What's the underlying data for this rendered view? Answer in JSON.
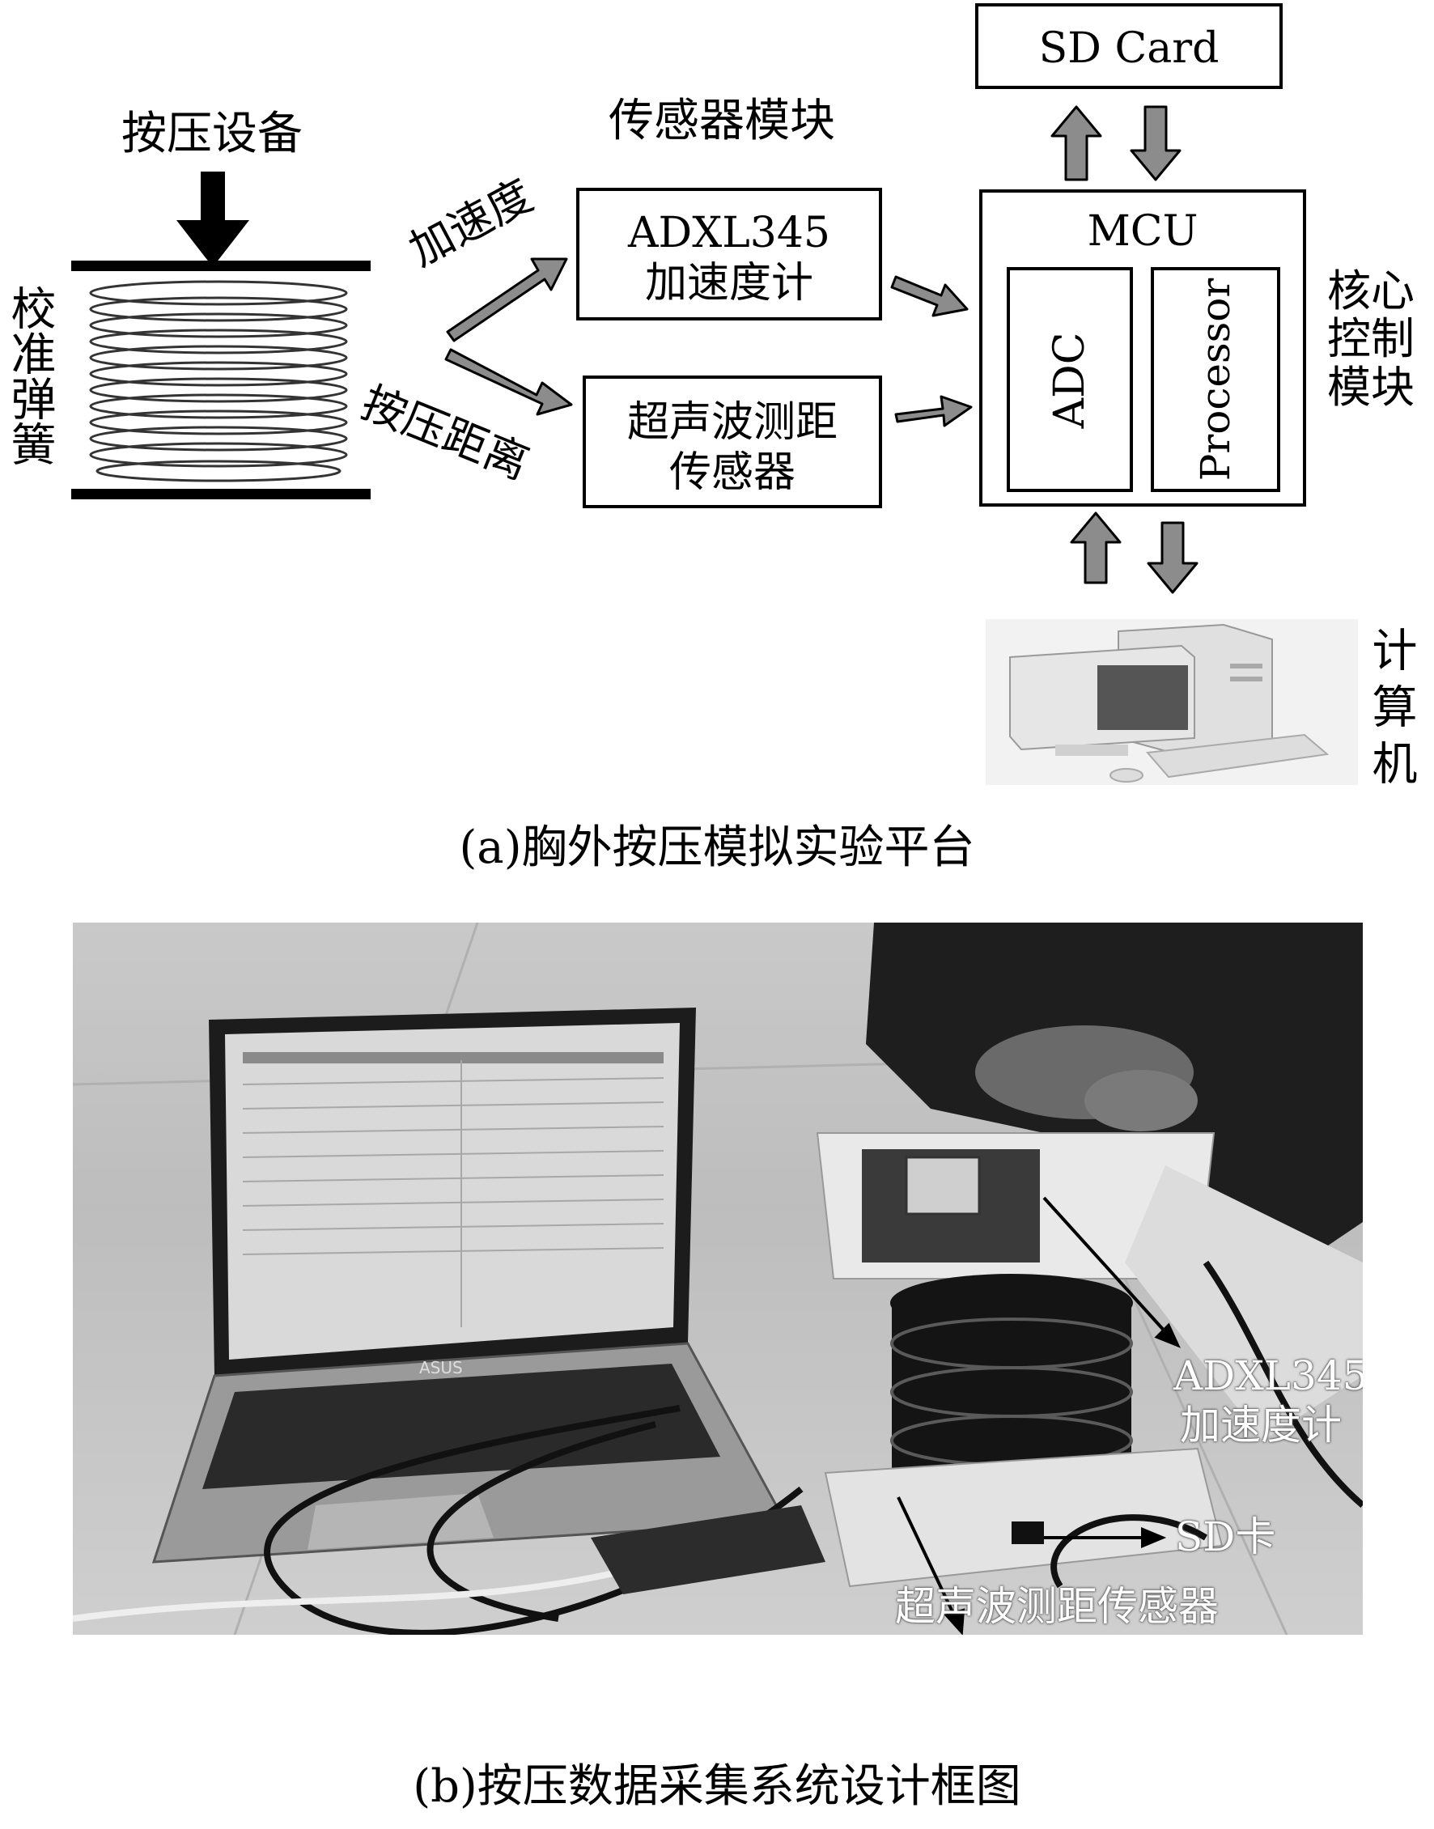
{
  "part_a": {
    "press_device_label": "按压设备",
    "spring_label": "校准弹簧",
    "sensor_module_title": "传感器模块",
    "accel_arrow_label": "加速度",
    "distance_arrow_label": "按压距离",
    "accelerometer_box": {
      "line1": "ADXL345",
      "line2": "加速度计"
    },
    "ultrasonic_box": {
      "line1": "超声波测距",
      "line2": "传感器"
    },
    "mcu_label": "MCU",
    "adc_label": "ADC",
    "processor_label": "Processor",
    "core_module_label": "核心控制模块",
    "sd_card_label": "SD Card",
    "computer_label": "计算机",
    "caption": "(a)胸外按压模拟实验平台"
  },
  "part_b": {
    "laptop_brand": "ASUS",
    "accelerometer_label": {
      "line1": "ADXL345",
      "line2": "加速度计"
    },
    "sd_label": "SD卡",
    "ultrasonic_label": "超声波测距传感器",
    "caption": "(b)按压数据采集系统设计框图"
  },
  "colors": {
    "arrow_fill": "#8c8c8c",
    "border": "#000000",
    "photo_label": "#ffffff"
  }
}
